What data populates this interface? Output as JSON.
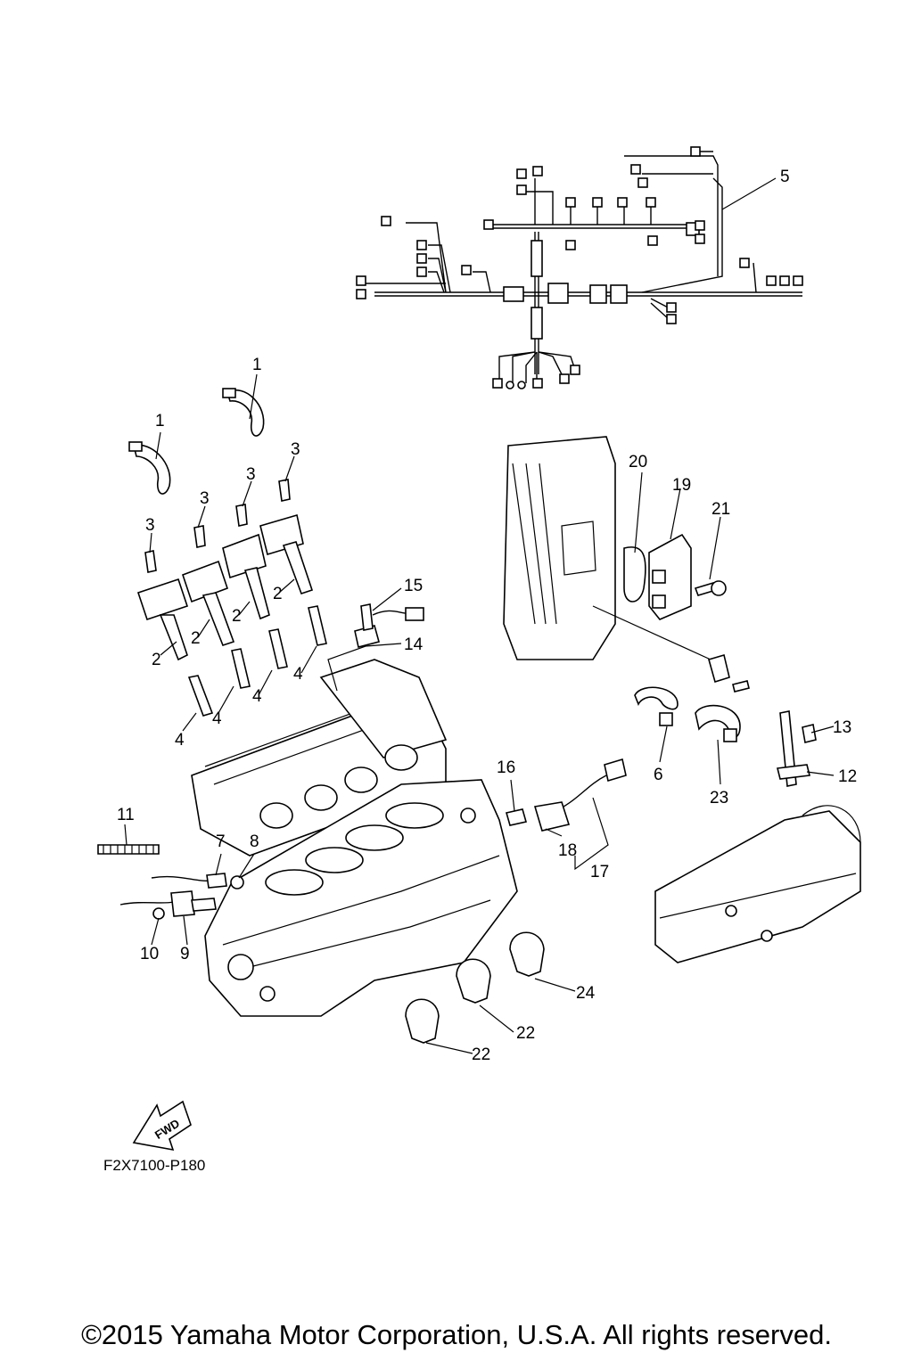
{
  "diagram": {
    "callouts": [
      "1",
      "1",
      "2",
      "2",
      "2",
      "2",
      "3",
      "3",
      "3",
      "3",
      "4",
      "4",
      "4",
      "4",
      "5",
      "6",
      "7",
      "8",
      "9",
      "10",
      "11",
      "12",
      "13",
      "14",
      "15",
      "16",
      "17",
      "18",
      "19",
      "20",
      "21",
      "22",
      "22",
      "23",
      "24"
    ],
    "fwd_label": "FWD",
    "figure_code": "F2X7100-P180"
  },
  "footer": {
    "copyright": "©2015 Yamaha Motor Corporation, U.S.A. All rights reserved."
  }
}
